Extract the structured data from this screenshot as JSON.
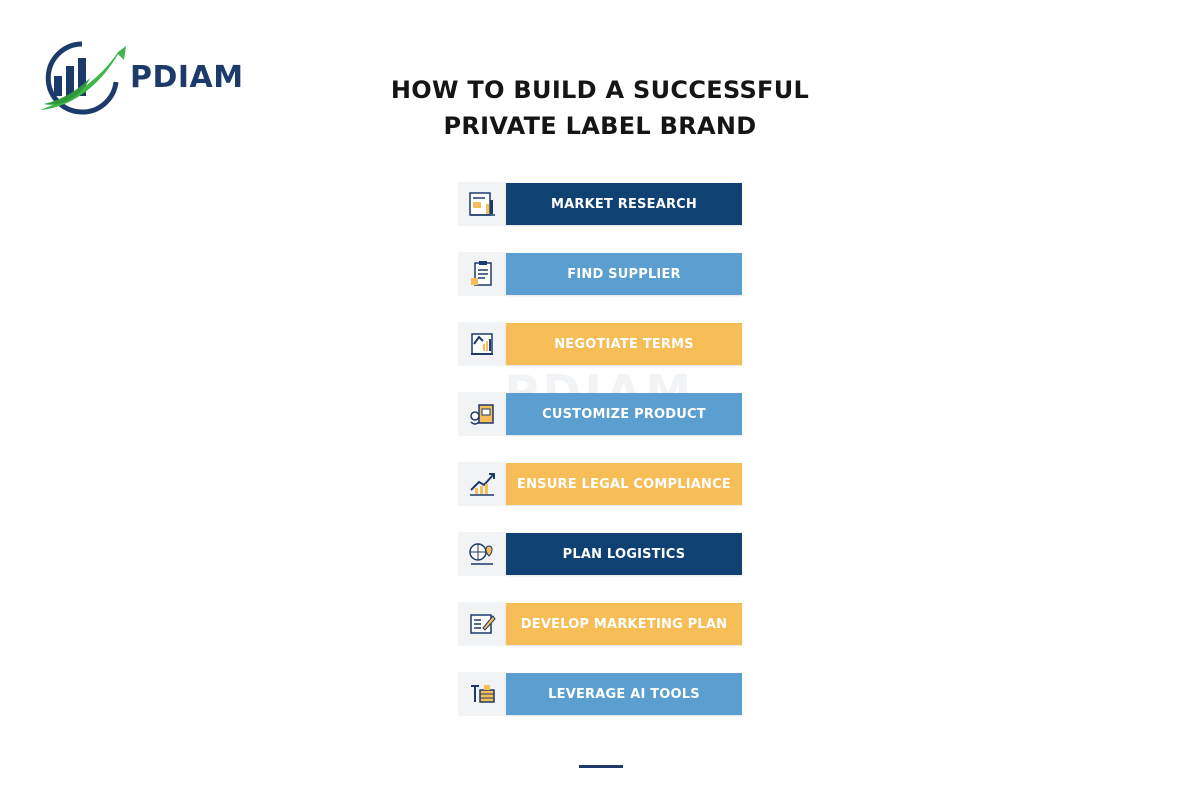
{
  "logo": {
    "text": "PDIAM",
    "icon": "chart-arrow-logo-icon"
  },
  "title": {
    "line1": "HOW TO BUILD A SUCCESSFUL",
    "line2": "PRIVATE LABEL BRAND"
  },
  "watermark": "PDIAM",
  "steps": [
    {
      "label": "MARKET RESEARCH",
      "icon": "research-chart-icon",
      "color": "#0f4173"
    },
    {
      "label": "FIND SUPPLIER",
      "icon": "clipboard-list-icon",
      "color": "#5a9fd0"
    },
    {
      "label": "NEGOTIATE TERMS",
      "icon": "contract-chart-icon",
      "color": "#f7bd57"
    },
    {
      "label": "CUSTOMIZE PRODUCT",
      "icon": "product-box-icon",
      "color": "#5a9fd0"
    },
    {
      "label": "ENSURE LEGAL COMPLIANCE",
      "icon": "growth-bars-icon",
      "color": "#f7bd57"
    },
    {
      "label": "PLAN LOGISTICS",
      "icon": "globe-location-icon",
      "color": "#0f4173"
    },
    {
      "label": "DEVELOP MARKETING PLAN",
      "icon": "marketing-document-icon",
      "color": "#f7bd57"
    },
    {
      "label": "LEVERAGE AI TOOLS",
      "icon": "ai-tools-icon",
      "color": "#5a9fd0"
    }
  ]
}
